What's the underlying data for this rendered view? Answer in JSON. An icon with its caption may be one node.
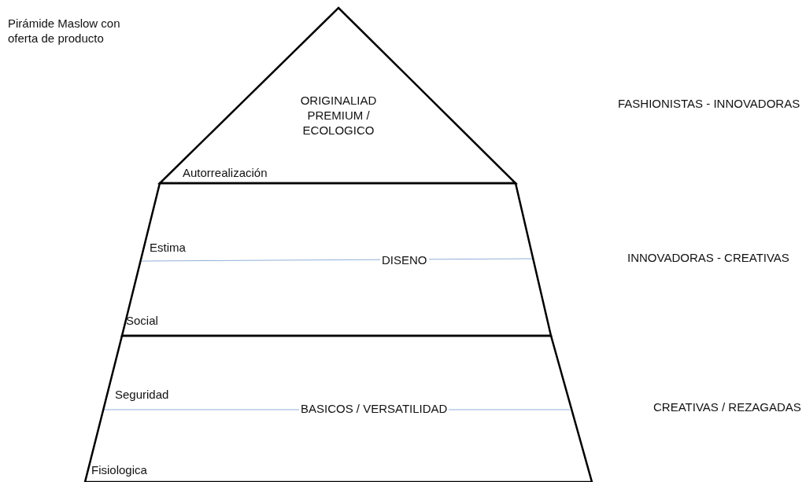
{
  "diagram": {
    "title": "Pirámide Maslow con oferta de producto",
    "nodes": [
      {
        "text": [
          "ORIGINALIAD PREMIUM / ECOLOGICO",
          "Autorrealización"
        ]
      },
      {
        "text": [
          "Estima",
          "DISENO",
          "Social"
        ]
      },
      {
        "text": [
          "Seguridad",
          "BASICOS / VERSATILIDAD",
          "Fisiologica"
        ]
      }
    ],
    "labels": [
      "FASHIONISTAS - INNOVADORAS",
      "INNOVADORAS - CREATIVAS",
      "CREATIVAS / REZAGADAS"
    ]
  }
}
